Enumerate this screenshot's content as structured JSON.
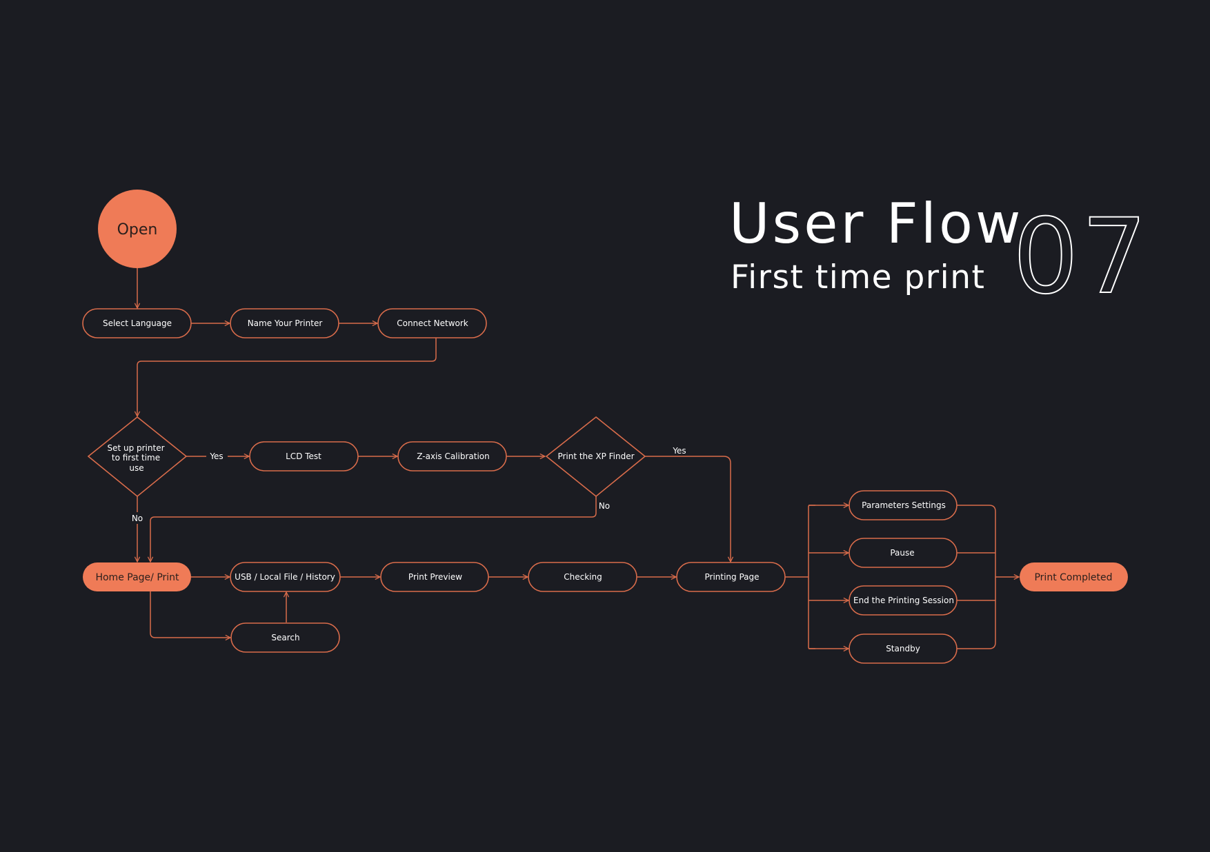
{
  "header": {
    "title": "User Flow",
    "subtitle": "First time print",
    "number": "07"
  },
  "colors": {
    "background": "#1b1c22",
    "accent": "#ef7b57",
    "stroke": "#d96c4b",
    "text": "#ffffff",
    "accent_text": "#2a1f1c"
  },
  "nodes": {
    "open": "Open",
    "select_language": "Select Language",
    "name_printer": "Name Your Printer",
    "connect_network": "Connect Network",
    "setup_line1": "Set up printer",
    "setup_line2": "to first time",
    "setup_line3": "use",
    "lcd_test": "LCD Test",
    "z_axis": "Z-axis Calibration",
    "xp_finder": "Print the XP Finder",
    "home_page": "Home Page/ Print",
    "usb_local": "USB / Local File / History",
    "search": "Search",
    "print_preview": "Print Preview",
    "checking": "Checking",
    "printing_page": "Printing Page",
    "parameters": "Parameters Settings",
    "pause": "Pause",
    "end_session": "End the Printing Session",
    "standby": "Standby",
    "print_completed": "Print Completed"
  },
  "edge_labels": {
    "setup_yes": "Yes",
    "setup_no": "No",
    "xp_yes": "Yes",
    "xp_no": "No"
  }
}
